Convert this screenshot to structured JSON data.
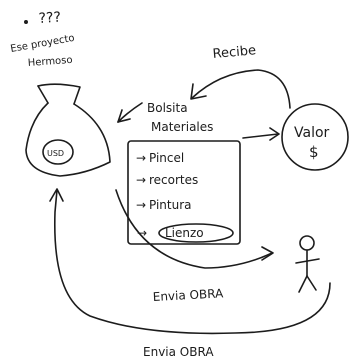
{
  "question_marks": "???",
  "note_line1": "Ese proyecto",
  "note_line2": "Hermoso",
  "bag_label": "USD",
  "recibe_label": "Recibe",
  "bag_list_line1": "Bolsita",
  "bag_list_line2": "Materiales",
  "materials": [
    "Pincel",
    "recortes",
    "Pintura",
    "Lienzo"
  ],
  "valor_label": "Valor",
  "valor_symbol": "$",
  "envia_obra_upper": "Envia OBRA",
  "envia_obra_lower": "Envia OBRA",
  "ink_color": "#1c1c1c"
}
